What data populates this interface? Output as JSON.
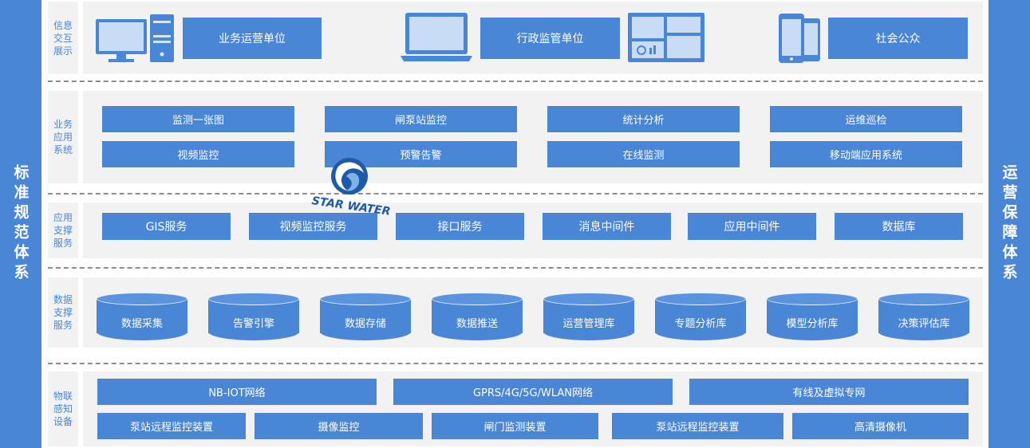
{
  "side": {
    "left": "标准规范体系",
    "right": "运营保障体系"
  },
  "layers": [
    {
      "label": "信息交互展示",
      "items": [
        "业务运营单位",
        "行政监管单位",
        "社会公众"
      ]
    },
    {
      "label": "业务应用系统",
      "items": [
        "监测一张图",
        "闸泵站监控",
        "统计分析",
        "运维巡检",
        "视频监控",
        "预警告警",
        "在线监测",
        "移动端应用系统"
      ]
    },
    {
      "label": "应用支撑服务",
      "items": [
        "GIS服务",
        "视频监控服务",
        "接口服务",
        "消息中间件",
        "应用中间件",
        "数据库"
      ]
    },
    {
      "label": "数据支撑服务",
      "items": [
        "数据采集",
        "告警引擎",
        "数据存储",
        "数据推送",
        "运营管理库",
        "专题分析库",
        "模型分析库",
        "决策评估库"
      ]
    },
    {
      "label": "物联感知设备",
      "items": [
        "NB-IOT网络",
        "GPRS/4G/5G/WLAN网络",
        "有线及虚拟专网",
        "泵站远程监控装置",
        "摄像监控",
        "闸门监测装置",
        "泵站远程监控装置",
        "高清摄像机"
      ]
    }
  ],
  "logo": {
    "text": "STAR WATER"
  },
  "colors": {
    "accent": "#4a86d6",
    "panel": "#f2f2f2",
    "separator": "#8c8c8c",
    "logo": "#1f5aa8"
  },
  "icons": [
    "desktop-computer-icon",
    "laptop-icon",
    "dashboard-screen-icon",
    "mobile-devices-icon",
    "star-water-logo"
  ]
}
